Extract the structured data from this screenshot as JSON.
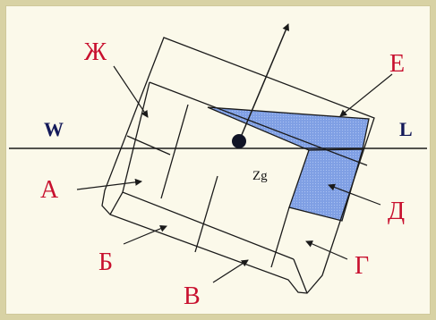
{
  "labels": {
    "zh": "Ж",
    "e": "Е",
    "w": "W",
    "l": "L",
    "a": "А",
    "d": "Д",
    "b": "Б",
    "v": "В",
    "g": "Г",
    "zg": "Zg"
  },
  "colors": {
    "label_red": "#c8102e",
    "axis_label": "#141a5a",
    "shaded_compartment": "#7f9fe4",
    "background": "#fbf9ea",
    "frame": "#d8d2a4"
  }
}
